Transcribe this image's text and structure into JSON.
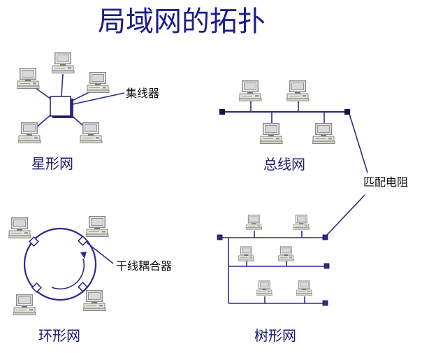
{
  "title": "局域网的拓扑",
  "topologies": {
    "star": {
      "caption": "星形网",
      "hub_label": "集线器"
    },
    "bus": {
      "caption": "总线网",
      "terminator_label": "匹配电阻"
    },
    "ring": {
      "caption": "环形网",
      "coupler_label": "干线耦合器"
    },
    "tree": {
      "caption": "树形网"
    }
  },
  "colors": {
    "title": "#1c1c8c",
    "caption": "#1a1a6e",
    "lines": "#2b2b8a",
    "computer_body": "#e4e4d8",
    "computer_screen": "#d8d8d8"
  },
  "icons": [
    "computer-icon",
    "hub-icon",
    "terminator-icon",
    "coupler-icon"
  ]
}
